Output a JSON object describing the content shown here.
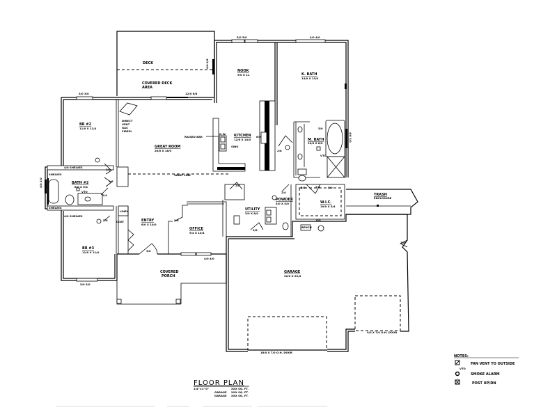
{
  "drawing": {
    "title": "FLOOR PLAN",
    "scale": "1/4\"=1'-0\"",
    "areas": [
      {
        "label": "SQ. FT.",
        "value": "XXX SQ. FT."
      },
      {
        "label": "GARAGE",
        "value": "XXX SQ. FT."
      },
      {
        "label": "GARAGE",
        "value": "XXX SQ. FT."
      }
    ]
  },
  "rooms": {
    "deck": {
      "name": "DECK"
    },
    "covered_deck": {
      "name": "COVERED DECK",
      "sub": "AREA"
    },
    "nook": {
      "name": "NOOK",
      "size": "9/0 X 11"
    },
    "k_bath_top": {
      "name": "K. BATH",
      "size": "14/0 X 13/0"
    },
    "br2": {
      "name": "BR #2",
      "size": "11/0 X 11/4"
    },
    "great_room": {
      "name": "GREAT ROOM",
      "size": "20/0 X 18/0"
    },
    "kitchen": {
      "name": "KITCHEN",
      "size": "12/0 X 14/0"
    },
    "m_bath": {
      "name": "M. BATH",
      "size": "10/0 X 8/0"
    },
    "bath2": {
      "name": "BATH #2",
      "size": "8/0 X 5/4"
    },
    "br3": {
      "name": "BR #3",
      "size": "11/0 X 11/4"
    },
    "entry": {
      "name": "ENTRY",
      "size": "6/0 X 10/0"
    },
    "office": {
      "name": "OFFICE",
      "size": "9/4 X 10/4"
    },
    "utility": {
      "name": "UTILITY",
      "size": "5/0 X 8/0"
    },
    "powder": {
      "name": "POWDER",
      "size": "5/0 X 5/0"
    },
    "wic": {
      "name": "W.I.C.",
      "size": "10/0 X 5/4"
    },
    "trash": {
      "name": "TRASH",
      "sub": "ENCLOSURE"
    },
    "covered_porch": {
      "name": "COVERED",
      "sub": "PORCH"
    },
    "garage": {
      "name": "GARAGE",
      "size": "22/0 X 22/4"
    }
  },
  "annotations": {
    "direct_vent": [
      "DIRECT",
      "VENT",
      "GAS",
      "FIREPL"
    ],
    "raised_bar": "RAISED BAR",
    "vault_line": "VAULT LINE",
    "dw": "D.W.",
    "sink": "SINK",
    "linen_shelves_top": "4/0 SHELVES",
    "shelves_left": "SHELVES",
    "linen_shelves_bottom": "4/0 SHELVES",
    "vto": "VTO",
    "tub_size": "5/0",
    "closet": "LINEN",
    "coat": "COAT",
    "shelf_dim": "6/0",
    "wic_shelf": "5/0",
    "garage_door_main": "16/0 X 7/0 O.H. DOOR",
    "garage_door_side": "9/0 X 7/0 O.H. DOOR",
    "bench": "BENCH"
  },
  "windows": {
    "nook_top": "5/0 5/0",
    "kbath_top": "4/0 4/0",
    "deck_door": "4/0 6/8",
    "slider": "12/0 6/8",
    "br2_top": "3/0 3/0",
    "br3_bottom": "5/0 5/0",
    "office_bottom": "4/0 4/0",
    "tub_window": "4/0 2/0",
    "mbath_window": "4/0 3/0"
  },
  "doors": {
    "d28": "2/8",
    "d26": "2/6",
    "d30": "3/0",
    "d24": "2/4",
    "d36": "3/6"
  },
  "legend": {
    "title": "NOTES:",
    "items": [
      {
        "icon": "fan-vent-icon",
        "label": "FAN VENT TO OUTSIDE",
        "code": "VTO"
      },
      {
        "icon": "smoke-alarm-icon",
        "label": "SMOKE ALARM"
      },
      {
        "icon": "post-up-down-icon",
        "label": "POST UP/DN"
      }
    ]
  }
}
